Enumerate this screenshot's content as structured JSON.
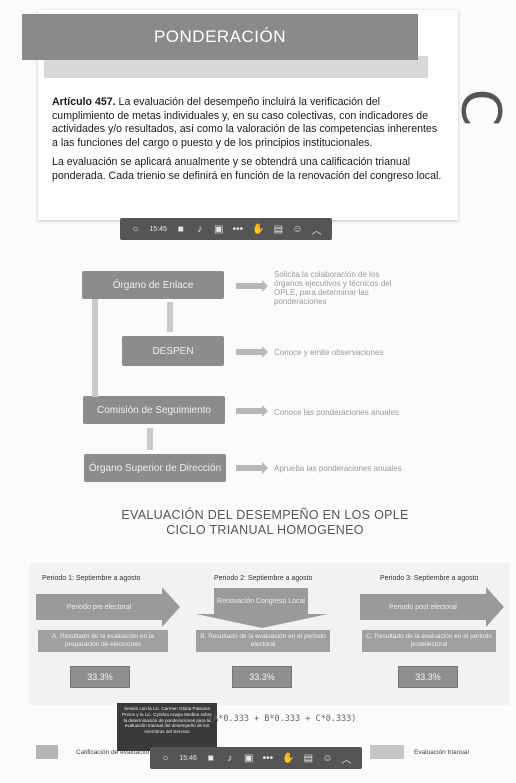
{
  "slide": {
    "title": "PONDERACIÓN",
    "article_label": "Artículo 457.",
    "paragraph1": "La evaluación del desempeño incluirá la verificación del cumplimiento de metas individuales y, en su caso colectivas, con indicadores de actividades y/o resultados, así como la valoración de las competencias inherentes a las funciones del cargo o puesto y de los principios institucionales.",
    "paragraph2": "La evaluación se aplicará anualmente y se obtendrá una calificación trianual ponderada. Cada trienio se definirá en función de la renovación del congreso local."
  },
  "side_letter": "C",
  "toolbar1": {
    "time": "15:45",
    "icons": [
      "circle-icon",
      "camera-icon",
      "pen-icon",
      "screen-icon",
      "more-icon",
      "hand-icon",
      "chat-icon",
      "people-icon",
      "chevron-up-icon"
    ]
  },
  "flow": {
    "boxes": [
      "Órgano de Enlace",
      "DESPEN",
      "Comisión de Seguimiento",
      "Órgano Superior de Dirección"
    ],
    "notes": [
      "Solicita la colaboración de los órganos ejecutivos y técnicos del OPLE, para determinar las ponderaciones",
      "Conoce y emite observaciones",
      "Conoce las ponderaciones anuales",
      "Aprueba las ponderaciones anuales"
    ]
  },
  "evaluation": {
    "title_line1": "EVALUACIÓN DEL DESEMPEÑO EN LOS OPLE",
    "title_line2": "CICLO TRIANUAL HOMOGENEO",
    "periods": [
      "Periodo 1: Septiembre a agosto",
      "Periodo 2: Septiembre a agosto",
      "Periodo 3: Septiembre a agosto"
    ],
    "arrows": [
      "Periodo pre electoral",
      "Renovación Congreso Local",
      "Periodo post electoral"
    ],
    "results": [
      "A. Resultado de la evaluación en la preparación de elecciones",
      "B. Resultado de la evaluación en el periodo electoral",
      "C. Resultado de la evaluación en el periodo postelectoral"
    ],
    "percents": [
      "33.3%",
      "33.3%",
      "33.3%"
    ],
    "formula": "(A*0.333 + B*0.333 + C*0.333)",
    "tooltip": "Sesión con la Lic. Carmen Gloria Palacios Ponce y la Lic. Cynthia Anaya Medina sobre la determinación de ponderaciones para la evaluación trianual del desempeño de los miembros del Servicio",
    "legend_left": "Calificación de evaluación",
    "legend_right": "Evaluación trianual"
  },
  "toolbar2": {
    "time": "15:46"
  },
  "colors": {
    "box_gray": "#8c8c8c",
    "title_bar": "#8a8a8a",
    "toolbar": "#555555"
  }
}
